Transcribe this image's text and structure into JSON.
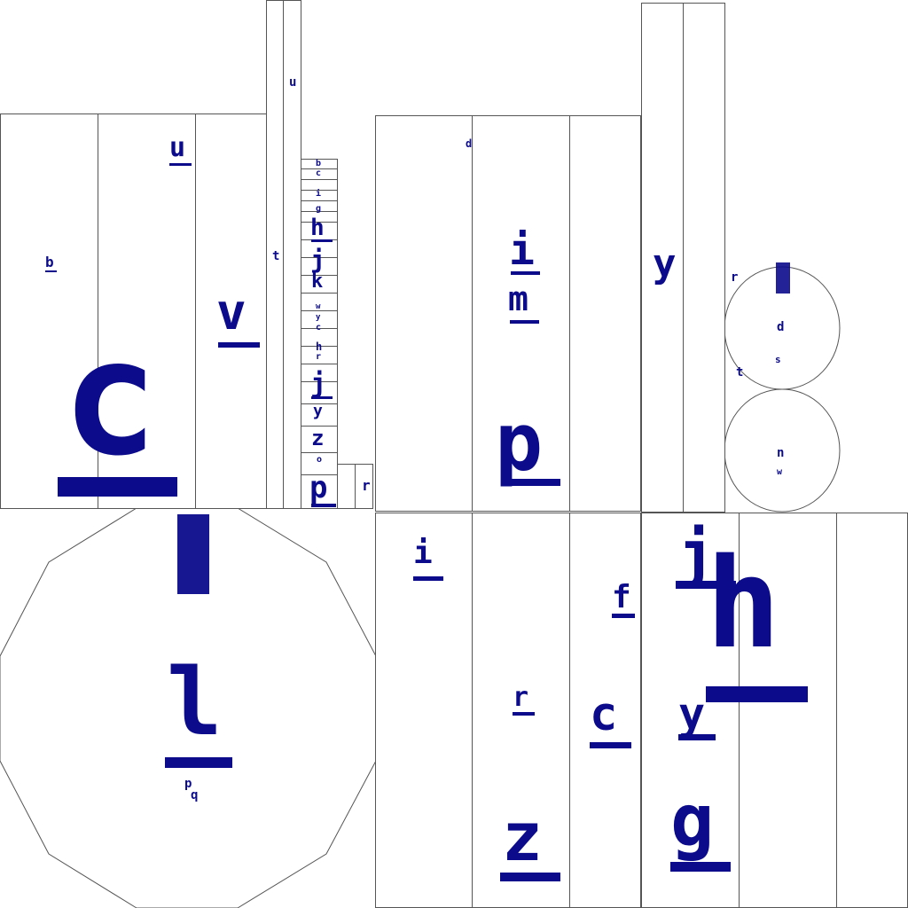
{
  "glyphs": {
    "panel_a": [
      "u",
      "b",
      "v",
      "c"
    ],
    "strip_a": [
      "u",
      "t"
    ],
    "ladder": [
      "b",
      "c",
      "i",
      "g",
      "h",
      "j",
      "k",
      "w",
      "y",
      "c",
      "h",
      "r",
      "j",
      "y",
      "z",
      "o",
      "p"
    ],
    "small_box": [
      "r"
    ],
    "panel_b": [
      "d",
      "i",
      "m",
      "p"
    ],
    "strip_b": [
      "y"
    ],
    "circles": [
      "r",
      "d",
      "s",
      "t",
      "n",
      "w"
    ],
    "polygon": [
      "l",
      "p",
      "q"
    ],
    "panel_c": [
      "i",
      "f",
      "r",
      "c",
      "z"
    ],
    "panel_d": [
      "j",
      "h",
      "y",
      "g"
    ]
  },
  "colors": {
    "glyph": "#0b0b8c",
    "line": "#555555",
    "background": "#ffffff"
  }
}
